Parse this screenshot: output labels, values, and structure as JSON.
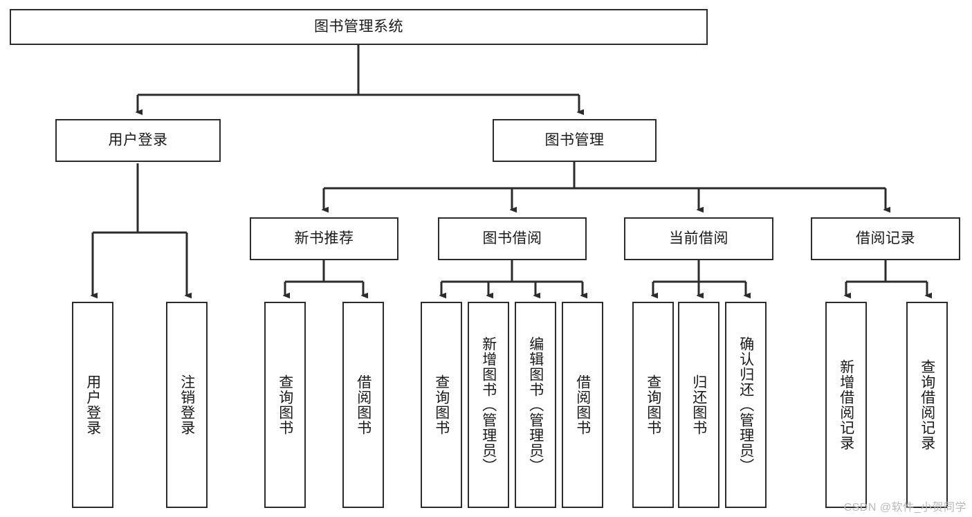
{
  "diagram": {
    "type": "tree",
    "title": "图书管理系统",
    "watermark": "CSDN @软件_小贺同学",
    "colors": {
      "box_border": "#2b2b2b",
      "box_fill": "#ffffff",
      "connector": "#2b2b2b",
      "text": "#1a1a1a",
      "watermark": "#b9b9b9",
      "background": "#ffffff"
    },
    "nodes": {
      "root": {
        "label": "图书管理系统"
      },
      "level2": [
        {
          "label": "用户登录"
        },
        {
          "label": "图书管理"
        }
      ],
      "level3": [
        {
          "label": "新书推荐"
        },
        {
          "label": "图书借阅"
        },
        {
          "label": "当前借阅"
        },
        {
          "label": "借阅记录"
        }
      ],
      "leaves": {
        "user_login": [
          {
            "label": "用户登录"
          },
          {
            "label": "注销登录"
          }
        ],
        "new_book": [
          {
            "label": "查询图书"
          },
          {
            "label": "借阅图书"
          }
        ],
        "book_borrow": [
          {
            "label": "查询图书"
          },
          {
            "label": "新增图书（管理员）"
          },
          {
            "label": "编辑图书（管理员）"
          },
          {
            "label": "借阅图书"
          }
        ],
        "current_borrow": [
          {
            "label": "查询图书"
          },
          {
            "label": "归还图书"
          },
          {
            "label": "确认归还（管理员）"
          }
        ],
        "borrow_record": [
          {
            "label": "新增借阅记录"
          },
          {
            "label": "查询借阅记录"
          }
        ]
      }
    }
  }
}
